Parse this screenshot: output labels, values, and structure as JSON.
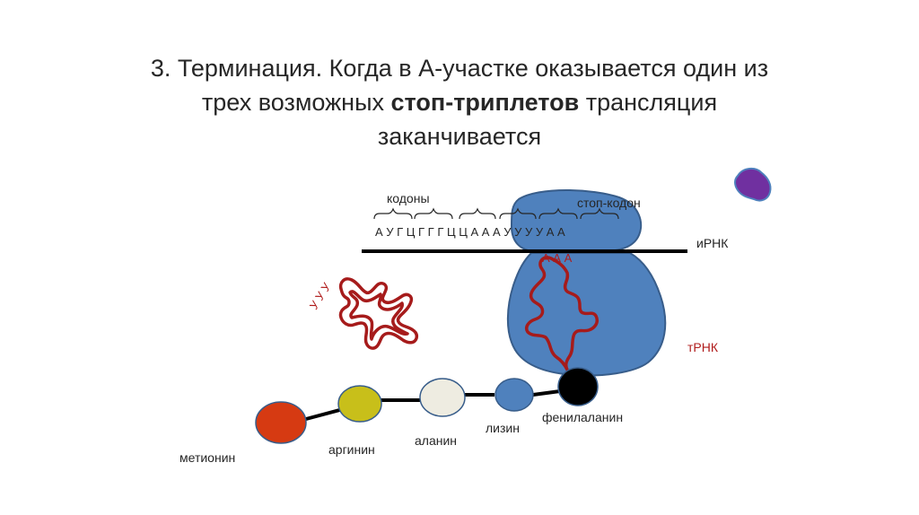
{
  "title": {
    "line1": "3. Терминация. Когда в А-участке оказывается один из",
    "line2_before": "трех возможных ",
    "line2_bold": "стоп-триплетов",
    "line2_after": " трансляция",
    "line3": "заканчивается"
  },
  "labels": {
    "codons": "кодоны",
    "stop_codon": "стоп-кодон",
    "mrna": "иРНК",
    "trna": "тРНК",
    "mrna_sequence": "А У Г Ц Г Г Г Ц Ц А А А У У У У А А",
    "anticodon_in_ribosome": "А А А",
    "anticodon_free": "У У У"
  },
  "amino_acids": [
    {
      "name": "метионин",
      "color": "#d63a12"
    },
    {
      "name": "аргинин",
      "color": "#c8bf1a"
    },
    {
      "name": "аланин",
      "color": "#eeece1"
    },
    {
      "name": "лизин",
      "color": "#4f81bd"
    },
    {
      "name": "фенилаланин",
      "color": "#000000"
    }
  ],
  "colors": {
    "ribosome": "#4f81bd",
    "ribosome_outline": "#385d8a",
    "trna": "#a61b1b",
    "release_factor": "#7030a0",
    "release_factor_outline": "#4f81bd"
  }
}
